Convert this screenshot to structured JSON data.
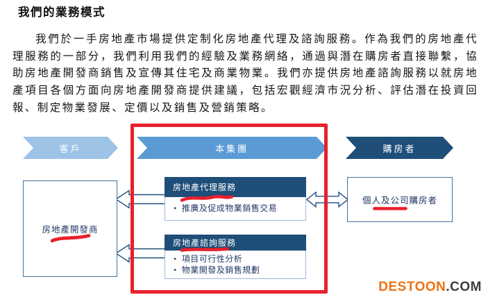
{
  "page": {
    "title": "我們的業務模式",
    "paragraph": "我們於一手房地產市場提供定制化房地產代理及諮詢服務。作為我們的房地產代理服務的一部分，我們利用我們的經驗及業務網絡，通過與潛在購房者直接聯繫，協助房地產開發商銷售及宣傳其住宅及商業物業。我們亦提供房地產諮詢服務以就房地產項目各個方面向房地產開發商提供建議，包括宏觀經濟市況分析、評估潛在投資回報、制定物業發展、定價以及銷售及營銷策略。"
  },
  "diagram": {
    "lanes": [
      {
        "label": "客戶",
        "color": "#9DC3E6"
      },
      {
        "label": "本集團",
        "color": "#5B9BD5"
      },
      {
        "label": "購房者",
        "color": "#1F4E79"
      }
    ],
    "developer_box": {
      "label": "房地產開發商"
    },
    "buyer_box": {
      "label": "個人及公司購房者"
    },
    "services": [
      {
        "title": "房地產代理服務",
        "bullets": [
          "推廣及促成物業銷售交易"
        ]
      },
      {
        "title": "房地產諮詢服務",
        "bullets": [
          "項目可行性分析",
          "物業開發及銷售規劃"
        ]
      }
    ],
    "annotation_colors": {
      "highlight_red": "#E8202C",
      "navy": "#1F4E79",
      "mid_blue": "#5B9BD5",
      "light_blue": "#9DC3E6",
      "box_border_blue": "#41719C"
    }
  },
  "watermark": {
    "brand": "DESTOON",
    "suffix": ".COM",
    "brand_color": "#F07011",
    "suffix_color": "#3D3D3D"
  }
}
